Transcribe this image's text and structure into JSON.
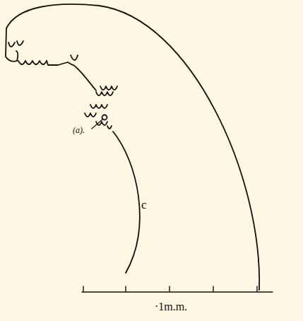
{
  "diagram": {
    "labels": [
      "(a).",
      "c",
      "·1m.m."
    ]
  }
}
